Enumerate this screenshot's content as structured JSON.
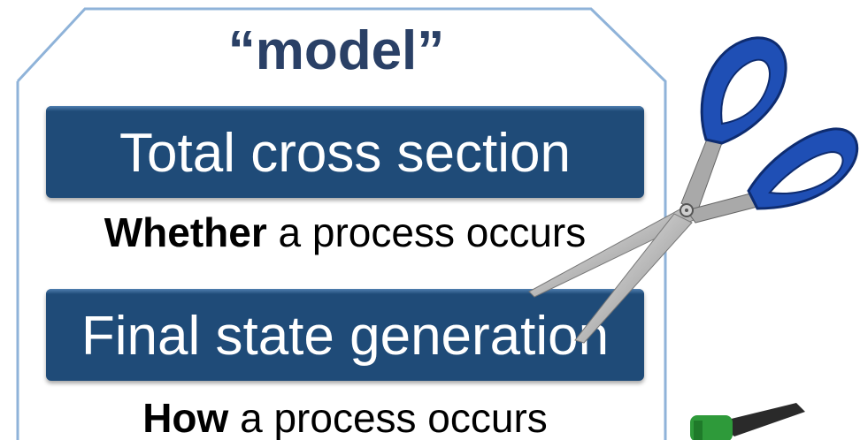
{
  "card": {
    "title": "“model”"
  },
  "boxes": [
    {
      "label": "Total cross section"
    },
    {
      "label": "Final state generation"
    }
  ],
  "captions": [
    {
      "bold": "Whether",
      "rest": " a process occurs"
    },
    {
      "bold": "How",
      "rest": " a process occurs"
    }
  ],
  "colors": {
    "title": "#2a4066",
    "box_fill": "#1f4b78",
    "card_border": "#8fb3d9",
    "scissor_handle": "#1f4fb5",
    "clip_green": "#2e9a3a"
  },
  "icons": {
    "scissors": "scissors-icon",
    "clip": "green-clip-icon"
  }
}
